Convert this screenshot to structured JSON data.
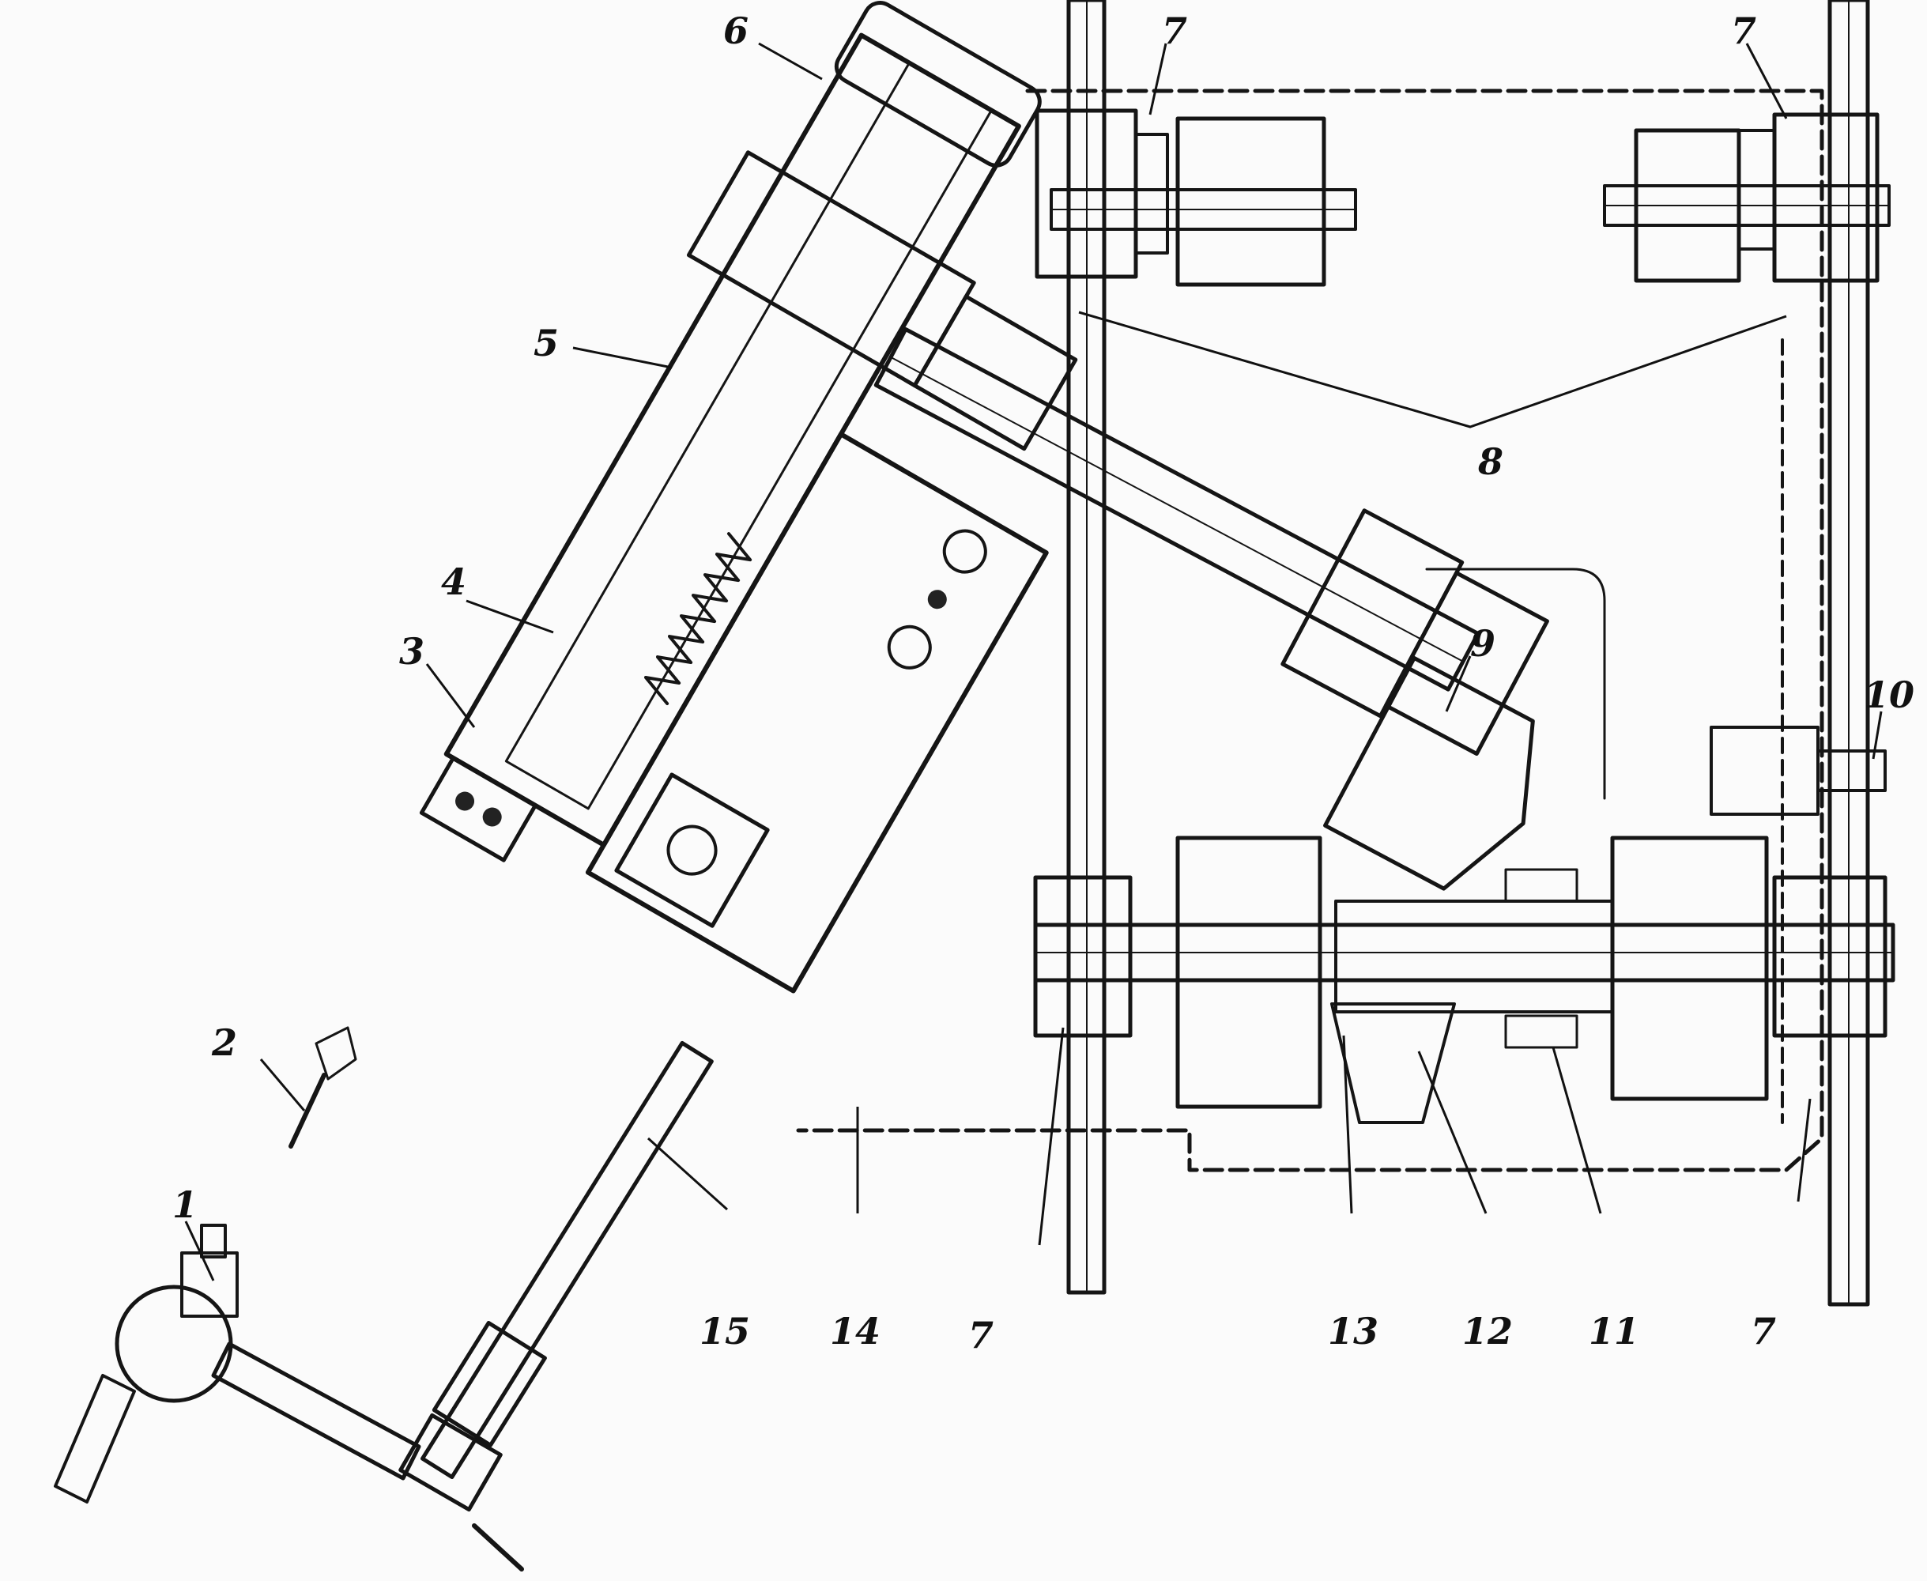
{
  "figure": {
    "callouts": [
      {
        "id": "c1",
        "text": "1"
      },
      {
        "id": "c2",
        "text": "2"
      },
      {
        "id": "c3",
        "text": "3"
      },
      {
        "id": "c4",
        "text": "4"
      },
      {
        "id": "c5",
        "text": "5"
      },
      {
        "id": "c6",
        "text": "6"
      },
      {
        "id": "c7a",
        "text": "7"
      },
      {
        "id": "c7b",
        "text": "7"
      },
      {
        "id": "c7c",
        "text": "7"
      },
      {
        "id": "c7d",
        "text": "7"
      },
      {
        "id": "c8",
        "text": "8"
      },
      {
        "id": "c9",
        "text": "9"
      },
      {
        "id": "c10",
        "text": "10"
      },
      {
        "id": "c11",
        "text": "11"
      },
      {
        "id": "c12",
        "text": "12"
      },
      {
        "id": "c13",
        "text": "13"
      },
      {
        "id": "c14",
        "text": "14"
      },
      {
        "id": "c15",
        "text": "15"
      }
    ],
    "colors": {
      "ink": "#151515",
      "paper": "#fbfbfb",
      "hatch": "#4a4a4a"
    }
  }
}
